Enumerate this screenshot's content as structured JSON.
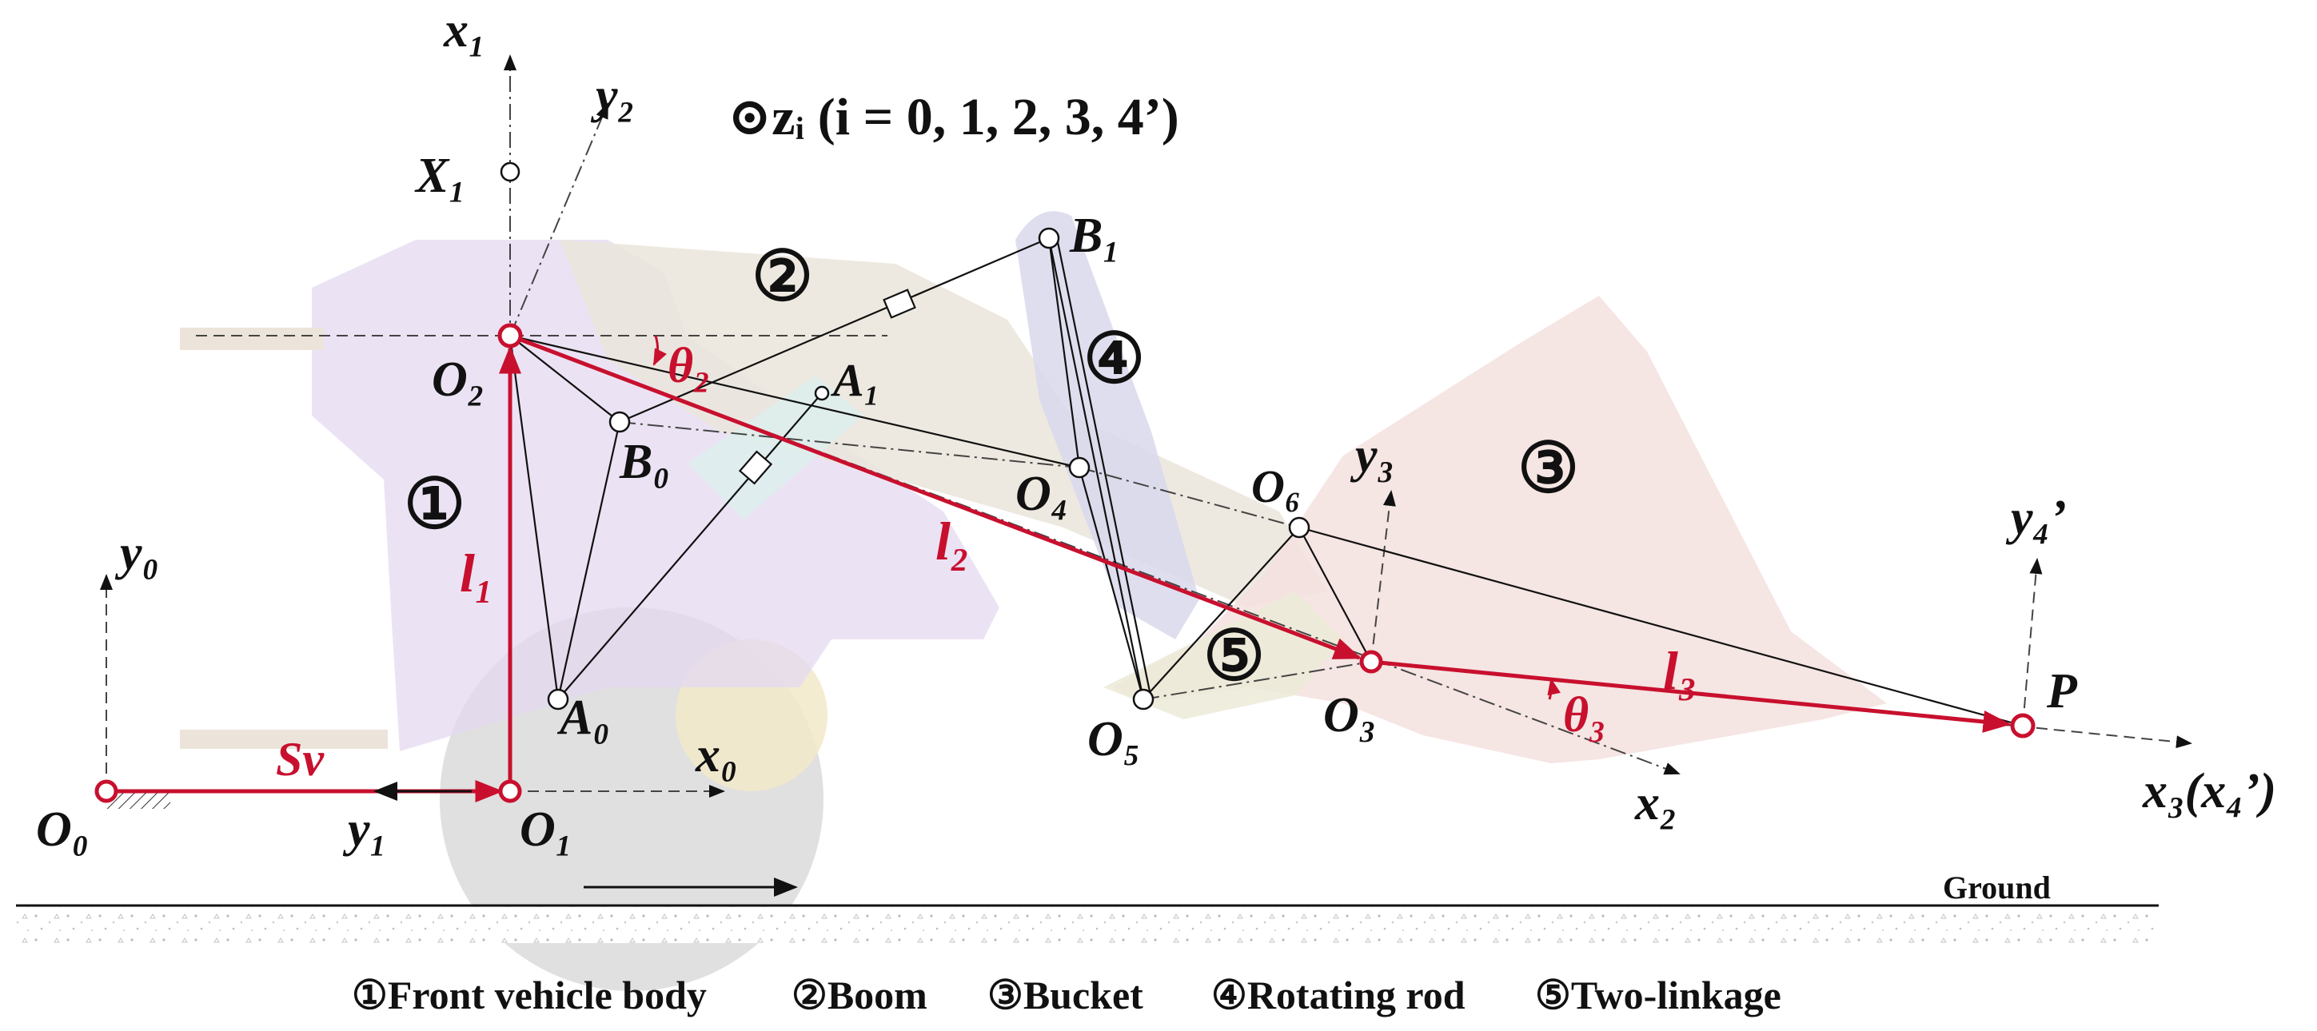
{
  "header": {
    "z_note": "⊙zᵢ (i = 0, 1, 2, 3, 4’)"
  },
  "labels": {
    "x1": "x₁",
    "y2": "y₂",
    "X1": "X₁",
    "B1": "B₁",
    "num2": "②",
    "num4": "④",
    "num3": "③",
    "num1": "①",
    "num5": "⑤",
    "O2": "O₂",
    "theta2": "θ₂",
    "A1": "A₁",
    "B0": "B₀",
    "O4": "O₄",
    "O6": "O₆",
    "y3": "y₃",
    "y4p": "y₄’",
    "l1": "l₁",
    "l2": "l₂",
    "l3": "l₃",
    "y0": "y₀",
    "A0": "A₀",
    "O5": "O₅",
    "O3": "O₃",
    "theta3": "θ₃",
    "P": "P",
    "Sv": "Sv",
    "x0": "x₀",
    "O0": "O₀",
    "y1": "y₁",
    "O1": "O₁",
    "x2": "x₂",
    "x3": "x₃(x₄’)",
    "ground": "Ground"
  },
  "legend": {
    "item1": "①Front vehicle body",
    "item2": "②Boom",
    "item3": "③Bucket",
    "item4": "④Rotating rod",
    "item5": "⑤Two-linkage"
  },
  "colors": {
    "accent_red": "#c8102e",
    "body_purple": "#e6dcef",
    "boom_beige": "#ece6dc",
    "bucket_pink": "#f3e2df",
    "rod_blue": "#d9d9ee",
    "wheel_gray": "#cfcfcf"
  }
}
